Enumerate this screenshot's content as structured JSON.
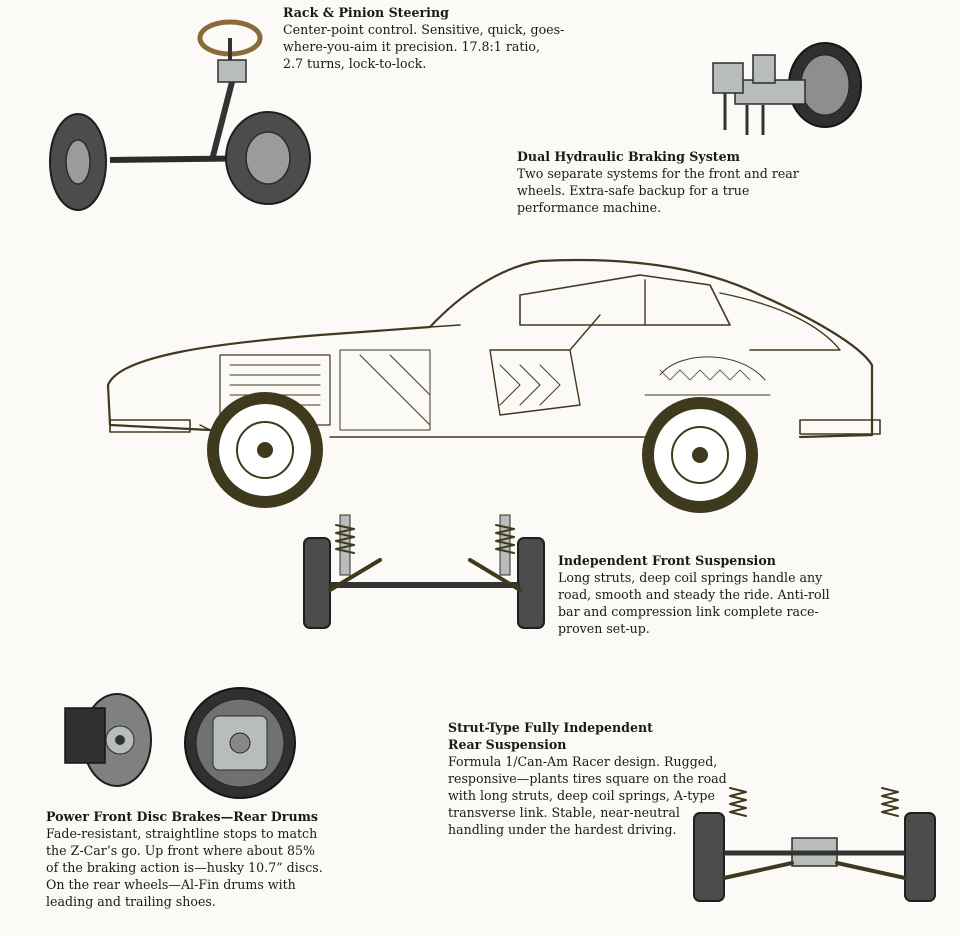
{
  "steering": {
    "title": "Rack & Pinion Steering",
    "lines": [
      "Center-point control. Sensitive, quick, goes-",
      "where-you-aim it precision. 17.8:1 ratio,",
      "2.7 turns, lock-to-lock."
    ]
  },
  "braking": {
    "title": "Dual Hydraulic Braking System",
    "lines": [
      "Two separate systems for the front and rear",
      "wheels. Extra-safe backup for a true",
      "performance machine."
    ]
  },
  "front_suspension": {
    "title": "Independent Front Suspension",
    "lines": [
      "Long struts, deep coil springs handle any",
      "road, smooth and steady the ride. Anti-roll",
      "bar and compression link complete race-",
      "proven set-up."
    ]
  },
  "rear_suspension": {
    "title_lines": [
      "Strut-Type Fully Independent",
      "Rear Suspension"
    ],
    "lines": [
      "Formula 1/Can-Am Racer design. Rugged,",
      "responsive—plants tires square on the road",
      "with long struts, deep coil springs, A-type",
      "transverse link. Stable, near-neutral",
      "handling under the hardest driving."
    ]
  },
  "disc_brakes": {
    "title": "Power Front Disc Brakes—Rear Drums",
    "lines": [
      "Fade-resistant, straightline stops to match",
      "the Z-Car’s go. Up front where about 85%",
      "of the braking action is—husky 10.7” discs.",
      "On the rear wheels—Al-Fin drums with",
      "leading and trailing shoes."
    ]
  },
  "colors": {
    "line_art": "#3f3a1e",
    "paper": "#fbfaf7",
    "text": "#1b1a17"
  },
  "illustrations": [
    "steering-assembly",
    "brake-master-cylinder",
    "car-cutaway",
    "front-suspension-assembly",
    "disc-brake-assembly",
    "drum-brake-assembly",
    "rear-suspension-assembly"
  ]
}
